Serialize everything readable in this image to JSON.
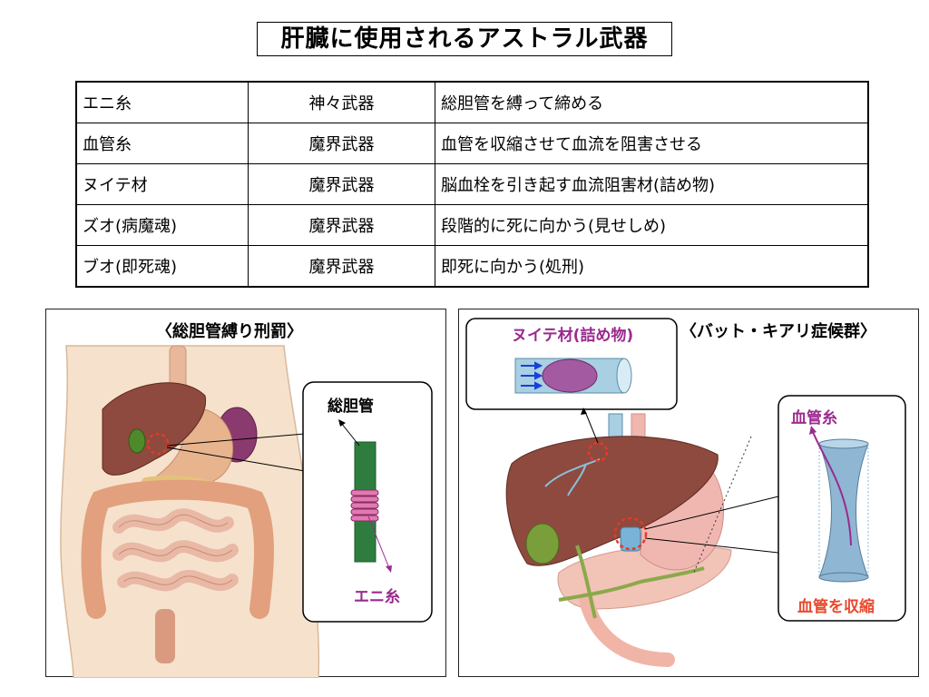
{
  "title": "肝臓に使用されるアストラル武器",
  "table": {
    "rows": [
      [
        "エニ糸",
        "神々武器",
        "総胆管を縛って締める"
      ],
      [
        "血管糸",
        "魔界武器",
        "血管を収縮させて血流を阻害させる"
      ],
      [
        "ヌイテ材",
        "魔界武器",
        "脳血栓を引き起す血流阻害材(詰め物)"
      ],
      [
        "ズオ(病魔魂)",
        "魔界武器",
        "段階的に死に向かう(見せしめ)"
      ],
      [
        "ブオ(即死魂)",
        "魔界武器",
        "即死に向かう(処刑)"
      ]
    ]
  },
  "left_panel": {
    "heading": "〈総胆管縛り刑罰〉",
    "inset_label": "総胆管",
    "thread_label": "エニ糸"
  },
  "right_panel": {
    "heading": "〈バット・キアリ症候群〉",
    "plug_label": "ヌイテ材(詰め物)",
    "thread_label": "血管糸",
    "effect_label": "血管を収縮"
  },
  "colors": {
    "purple": "#9b2a8e",
    "red_label": "#e8492c",
    "duct_green": "#2e7d3e",
    "thread_pink": "#e07ab0",
    "vessel_blue": "#9ec8de"
  }
}
